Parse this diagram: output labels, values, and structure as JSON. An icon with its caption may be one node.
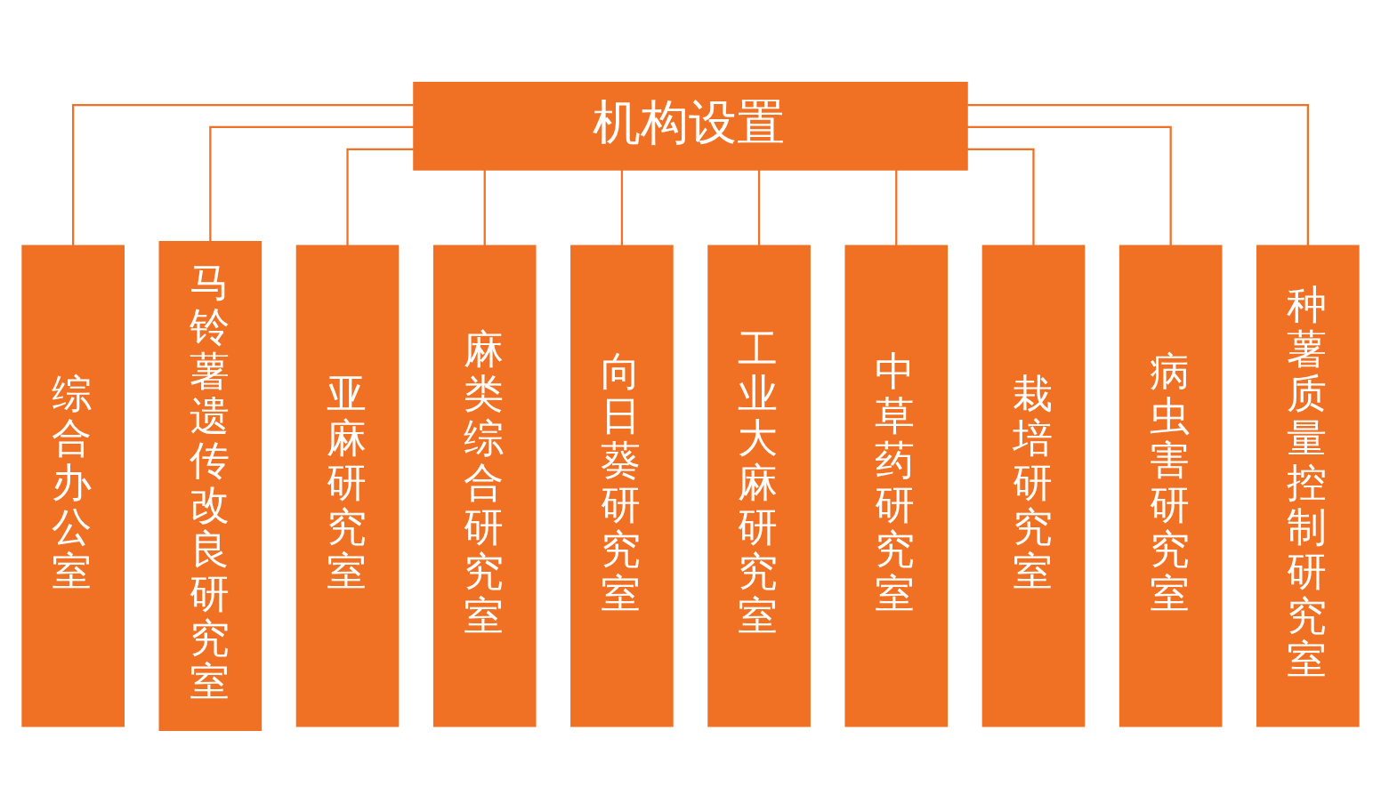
{
  "diagram": {
    "nodes": [
      {
        "text": [
          "机构设置"
        ]
      },
      {
        "text": [
          "综合办公室"
        ]
      },
      {
        "text": [
          "马铃薯遗传改良研究室"
        ]
      },
      {
        "text": [
          "亚麻研究室"
        ]
      },
      {
        "text": [
          "麻类综合研究室"
        ]
      },
      {
        "text": [
          "向日葵研究室"
        ]
      },
      {
        "text": [
          "工业大麻研究室"
        ]
      },
      {
        "text": [
          "中草药研究室"
        ]
      },
      {
        "text": [
          "栽培研究室"
        ]
      },
      {
        "text": [
          "病虫害研究室"
        ]
      },
      {
        "text": [
          "种薯质量控制研究室"
        ]
      }
    ],
    "edges": [
      {
        "from": 0,
        "to": 1,
        "arrow": "none"
      },
      {
        "from": 0,
        "to": 2,
        "arrow": "none"
      },
      {
        "from": 0,
        "to": 3,
        "arrow": "none"
      },
      {
        "from": 0,
        "to": 4,
        "arrow": "none"
      },
      {
        "from": 0,
        "to": 5,
        "arrow": "none"
      },
      {
        "from": 0,
        "to": 6,
        "arrow": "none"
      },
      {
        "from": 0,
        "to": 7,
        "arrow": "none"
      },
      {
        "from": 0,
        "to": 8,
        "arrow": "none"
      },
      {
        "from": 0,
        "to": 9,
        "arrow": "none"
      },
      {
        "from": 0,
        "to": 10,
        "arrow": "none"
      }
    ]
  }
}
